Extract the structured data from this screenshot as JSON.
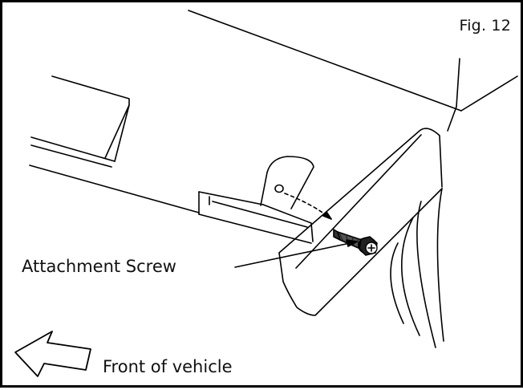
{
  "figure": {
    "label": "Fig. 12"
  },
  "callouts": {
    "attachment_screw": "Attachment Screw"
  },
  "direction": {
    "label": "Front of vehicle",
    "arrow_icon": "left-arrow-outline-icon"
  },
  "colors": {
    "line": "#000000",
    "background": "#ffffff"
  }
}
